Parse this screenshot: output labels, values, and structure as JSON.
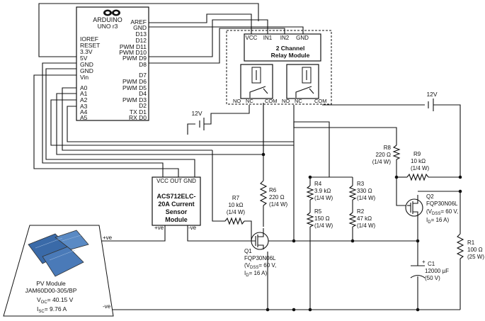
{
  "arduino": {
    "brand": "ARDUINO",
    "model": "UNO r3",
    "left_pins": [
      "IOREF",
      "RESET",
      "3.3V",
      "5V",
      "GND",
      "GND",
      "Vin"
    ],
    "analog_pins": [
      "A0",
      "A1",
      "A2",
      "A3",
      "A4",
      "A5"
    ],
    "right_pins": [
      "AREF",
      "GND",
      "D13",
      "D12",
      "PWM D11",
      "PWM D10",
      "PWM D9",
      "D8"
    ],
    "right_pins2": [
      "D7",
      "PWM D6",
      "PWM D5",
      "D4",
      "PWM D3",
      "D2",
      "TX D1",
      "RX D0"
    ]
  },
  "relay": {
    "pins": [
      "VCC",
      "IN1",
      "IN2",
      "GND"
    ],
    "title_line1": "2 Channel",
    "title_line2": "Relay Module",
    "contacts": [
      "NO",
      "NC",
      "COM"
    ]
  },
  "sensor": {
    "pins": "VCC OUT GND",
    "line1": "ACS712ELC-",
    "line2": "20A Current",
    "line3": "Sensor",
    "line4": "Module",
    "pos": "+ve",
    "neg": "-ve"
  },
  "supply_left": "12V",
  "supply_right": "12V",
  "r7": {
    "name": "R7",
    "value": "10 kΩ",
    "power": "(1/4 W)"
  },
  "r6": {
    "name": "R6",
    "value": "220 Ω",
    "power": "(1/4 W)"
  },
  "r8": {
    "name": "R8",
    "value": "220 Ω",
    "power": "(1/4 W)"
  },
  "r9": {
    "name": "R9",
    "value": "10 kΩ",
    "power": "(1/4 W)"
  },
  "r4": {
    "name": "R4",
    "value": "3.9 kΩ",
    "power": "(1/4 W)"
  },
  "r3": {
    "name": "R3",
    "value": "330 Ω",
    "power": "(1/4 W)"
  },
  "r5": {
    "name": "R5",
    "value": "150 Ω",
    "power": "(1/4 W)"
  },
  "r2": {
    "name": "R2",
    "value": "47 kΩ",
    "power": "(1/4 W)"
  },
  "r1": {
    "name": "R1",
    "value": "100 Ω",
    "power": "(25 W)"
  },
  "q1": {
    "name": "Q1",
    "part": "FQP30N06L",
    "vdss": "= 60 V,",
    "id": "= 16 A)"
  },
  "q2": {
    "name": "Q2",
    "part": "FQP30N06L",
    "vdss": "= 60 V,",
    "id": "= 16 A)"
  },
  "c1": {
    "name": "C1",
    "value": "12000 µF",
    "voltage": "(50 V)"
  },
  "pv": {
    "line1": "PV Module",
    "line2": "JAM60D00-305/BP",
    "voc": "= 40.15 V",
    "isc": "= 9.76 A",
    "pos": "+ve",
    "neg": "-ve"
  }
}
